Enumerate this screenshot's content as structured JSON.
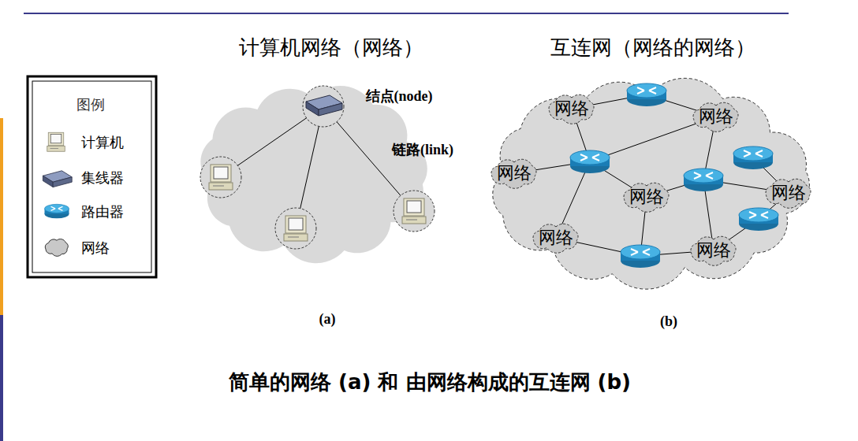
{
  "diagram": {
    "caption": "简单的网络 (a) 和 由网络构成的互连网 (b)",
    "nodes": [
      {
        "text": [
          "计算机网络（网络）"
        ]
      },
      {
        "text": [
          "互连网（网络的网络）"
        ]
      },
      {
        "text": [
          "网络"
        ],
        "in": 1
      },
      {
        "text": [
          "网络"
        ],
        "in": 1
      },
      {
        "text": [
          "网络"
        ],
        "in": 1
      },
      {
        "text": [
          "网络"
        ],
        "in": 1
      },
      {
        "text": [
          "网络"
        ],
        "in": 1
      },
      {
        "text": [
          "网络"
        ],
        "in": 1
      },
      {
        "text": [
          "网络"
        ],
        "in": 1
      }
    ],
    "labels": [
      "图例",
      "结点(node)",
      "链路(link)",
      "(a)",
      "(b)"
    ],
    "legend": [
      {
        "text": "计算机"
      },
      {
        "text": "集线器"
      },
      {
        "text": "路由器"
      },
      {
        "text": "网络"
      }
    ]
  }
}
